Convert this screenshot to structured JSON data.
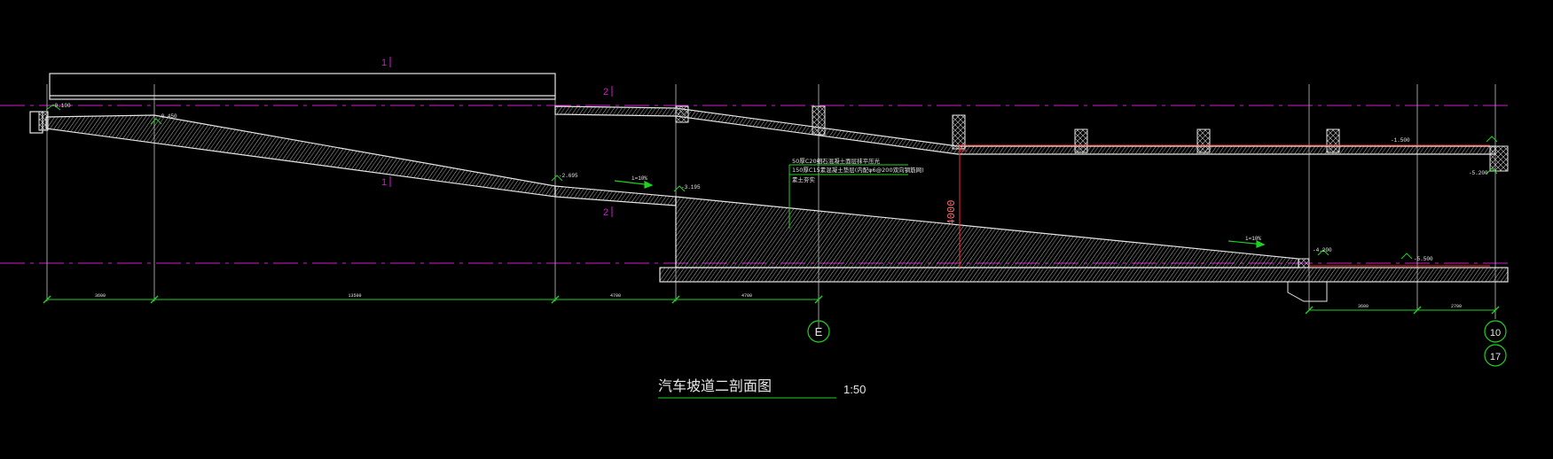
{
  "drawing": {
    "title": "汽车坡道二剖面图",
    "scale": "1:50"
  },
  "colors": {
    "background": "#000000",
    "structure": "#e6e6e6",
    "reference": "#d21ad2",
    "dimension": "#1fd11f",
    "annotation": "#39ff39",
    "accent": "#ff2a2a",
    "grid": "#cfcfcf"
  },
  "section_marks": [
    "1",
    "1",
    "2",
    "2"
  ],
  "axis_bubbles": [
    "E",
    "10",
    "17"
  ],
  "levels": [
    "-0.100",
    "-0.450",
    "-2.695",
    "-3.195",
    "-1.500",
    "-5.200",
    "-4.200",
    "-5.500"
  ],
  "slopes": [
    "i=10%",
    "i=10%"
  ],
  "height_dim": "4000",
  "dimensions": {
    "bottom": [
      "3600",
      "13500",
      "4700",
      "4700"
    ],
    "right": [
      "3600",
      "2700"
    ]
  },
  "notes": [
    "50厚C20细石混凝土面层抹平压光",
    "150厚C15素混凝土垫层(内配φ6@200双向钢筋网)",
    "素土夯实"
  ]
}
